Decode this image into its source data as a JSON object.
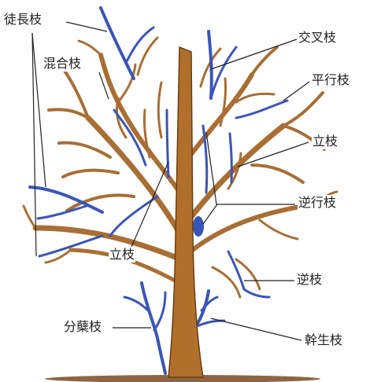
{
  "labels": {
    "tokucho": "徒長枝",
    "kongo": "混合枝",
    "kosa": "交叉枝",
    "heiko": "平行枝",
    "ritsu_right": "立枝",
    "gyakko": "逆行枝",
    "ritsu_center": "立枝",
    "gyaku": "逆枝",
    "bungetsu": "分蘖枝",
    "kansei": "幹生枝"
  },
  "colors": {
    "trunk": "#b06f2a",
    "trunk_outline": "#6b3e12",
    "normal_branch": "#a86e34",
    "problem_branch": "#3a55b8",
    "leader": "#222222",
    "ground": "#7a4a22"
  }
}
